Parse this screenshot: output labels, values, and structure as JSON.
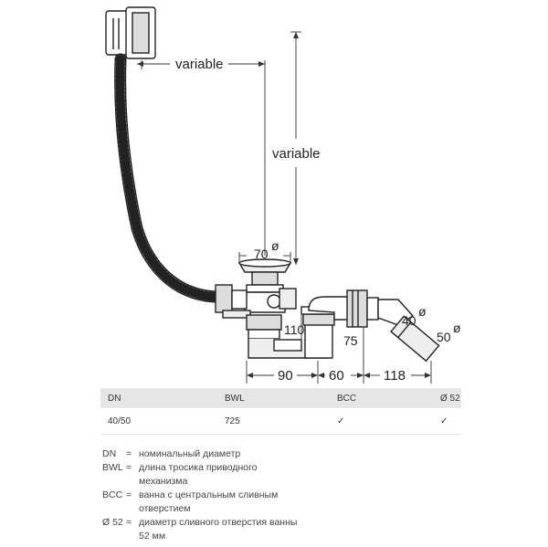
{
  "drawing": {
    "labels": {
      "variable_horizontal": "variable",
      "variable_vertical": "variable",
      "dia_70": "70",
      "dia_40": "40",
      "dia_50": "50",
      "dim_110": "110",
      "dim_75": "75",
      "dim_90": "90",
      "dim_60": "60",
      "dim_118": "118",
      "diameter_symbol": "ø"
    }
  },
  "table": {
    "headers": [
      "DN",
      "BWL",
      "BCC",
      "Ø 52"
    ],
    "rows": [
      [
        "40/50",
        "725",
        "✓",
        "✓"
      ]
    ]
  },
  "legend": [
    {
      "key": "DN",
      "eq": "=",
      "text": "номинальный диаметр"
    },
    {
      "key": "BWL",
      "eq": "=",
      "text": "длина тросика приводного механизма"
    },
    {
      "key": "BCC",
      "eq": "=",
      "text": "ванна с центральным сливным отверстием"
    },
    {
      "key": "Ø 52",
      "eq": "=",
      "text": "диаметр сливного отверстия ванны 52 мм"
    }
  ]
}
